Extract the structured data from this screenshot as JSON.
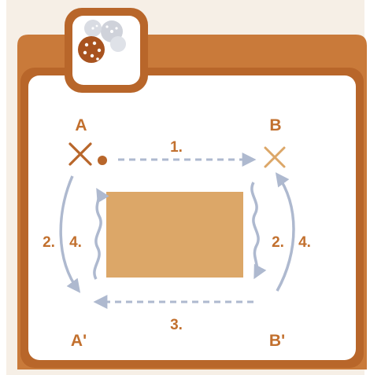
{
  "labels": {
    "point_a": "A",
    "point_b": "B",
    "point_a_prime": "A'",
    "point_b_prime": "B'",
    "step_1": "1.",
    "step_3": "3.",
    "left_step_2": "2.",
    "left_step_4": "4.",
    "right_step_2": "2.",
    "right_step_4": "4."
  },
  "colors": {
    "frame_dark": "#b8662a",
    "frame_tab": "#c97a3a",
    "background": "#f6efe6",
    "card": "#ffffff",
    "rectangle_fill": "#dca768",
    "arrow_blue": "#aeb9cf",
    "label_orange": "#c2702e",
    "marker_b": "#dca768",
    "icon_gray": "#cfd2da"
  },
  "icons": {
    "badge": "molecule-cluster-icon"
  }
}
